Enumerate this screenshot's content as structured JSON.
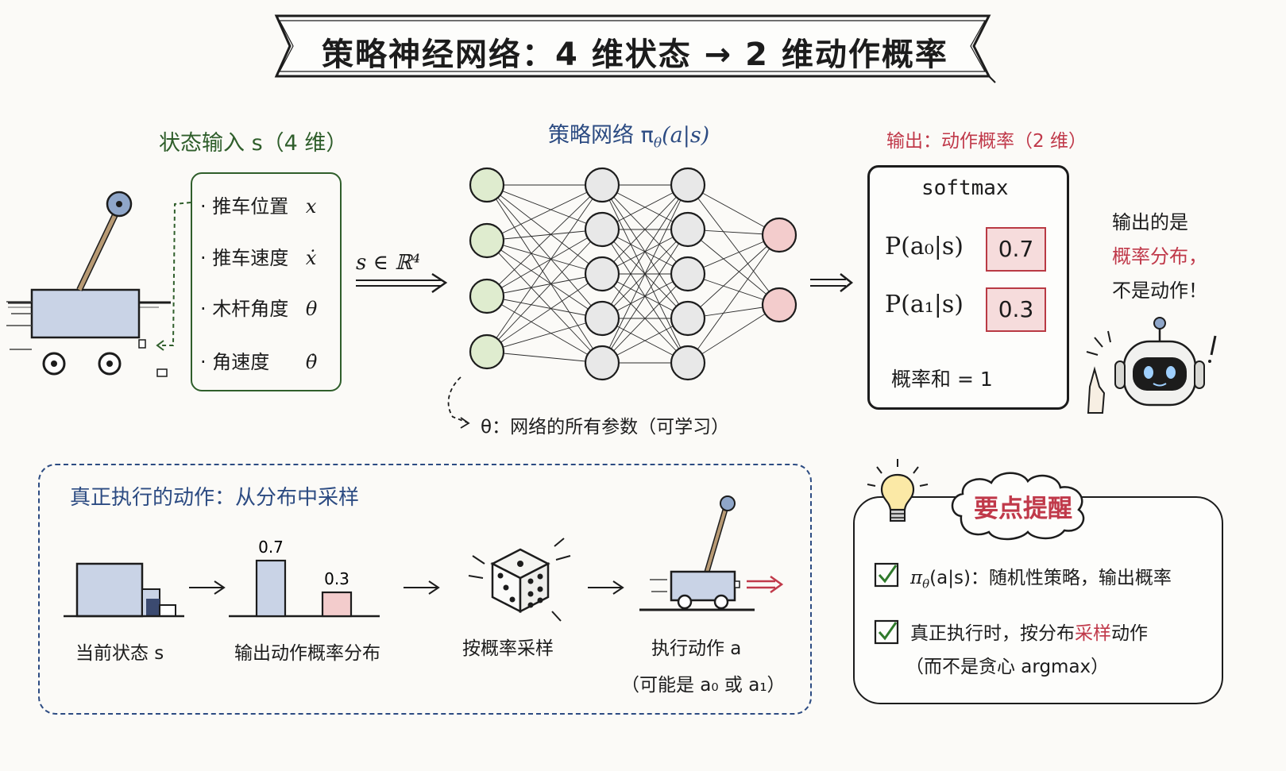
{
  "title": "策略神经网络：4 维状态 → 2 维动作概率",
  "input_section": {
    "heading": "状态输入 s（4 维）",
    "items": [
      {
        "label": "推车位置",
        "symbol": "x"
      },
      {
        "label": "推车速度",
        "symbol": "ẋ"
      },
      {
        "label": "木杆角度",
        "symbol": "θ"
      },
      {
        "label": "角速度",
        "symbol": "θ̇"
      }
    ],
    "arrow_label": "s ∈ ℝ⁴"
  },
  "network_section": {
    "heading": "策略网络 π",
    "heading_sub": "θ",
    "heading_tail": "(a|s)",
    "layers": [
      4,
      5,
      5,
      2
    ],
    "theta_note": "θ：网络的所有参数（可学习）"
  },
  "output_section": {
    "heading": "输出：动作概率（2 维）",
    "softmax_label": "softmax",
    "rows": [
      {
        "label": "P(a₀|s)",
        "value": "0.7"
      },
      {
        "label": "P(a₁|s)",
        "value": "0.3"
      }
    ],
    "sum_label": "概率和 = 1",
    "note_line1": "输出的是",
    "note_line2": "概率分布，",
    "note_line3": "不是动作！"
  },
  "sampling_section": {
    "heading": "真正执行的动作：从分布中采样",
    "steps": [
      {
        "caption": "当前状态 s"
      },
      {
        "caption": "输出动作概率分布",
        "bars": [
          {
            "label": "0.7",
            "value": 0.7
          },
          {
            "label": "0.3",
            "value": 0.3
          }
        ]
      },
      {
        "caption": "按概率采样"
      },
      {
        "caption": "执行动作 a",
        "caption2": "（可能是 a₀ 或 a₁）"
      }
    ]
  },
  "tips_section": {
    "heading": "要点提醒",
    "tip1": "π",
    "tip1_sub": "θ",
    "tip1_tail": "(a|s)：随机性策略，输出概率",
    "tip2_pre": "真正执行时，按分布",
    "tip2_highlight": "采样",
    "tip2_post": "动作",
    "tip2_line2": "（而不是贪心 argmax）"
  },
  "colors": {
    "green_node": "#dfeccf",
    "gray_node": "#e8e8e8",
    "red_node": "#f3cccc",
    "accent_red": "#c0394a",
    "accent_blue": "#2c4b82",
    "accent_green": "#2f5e2b"
  }
}
